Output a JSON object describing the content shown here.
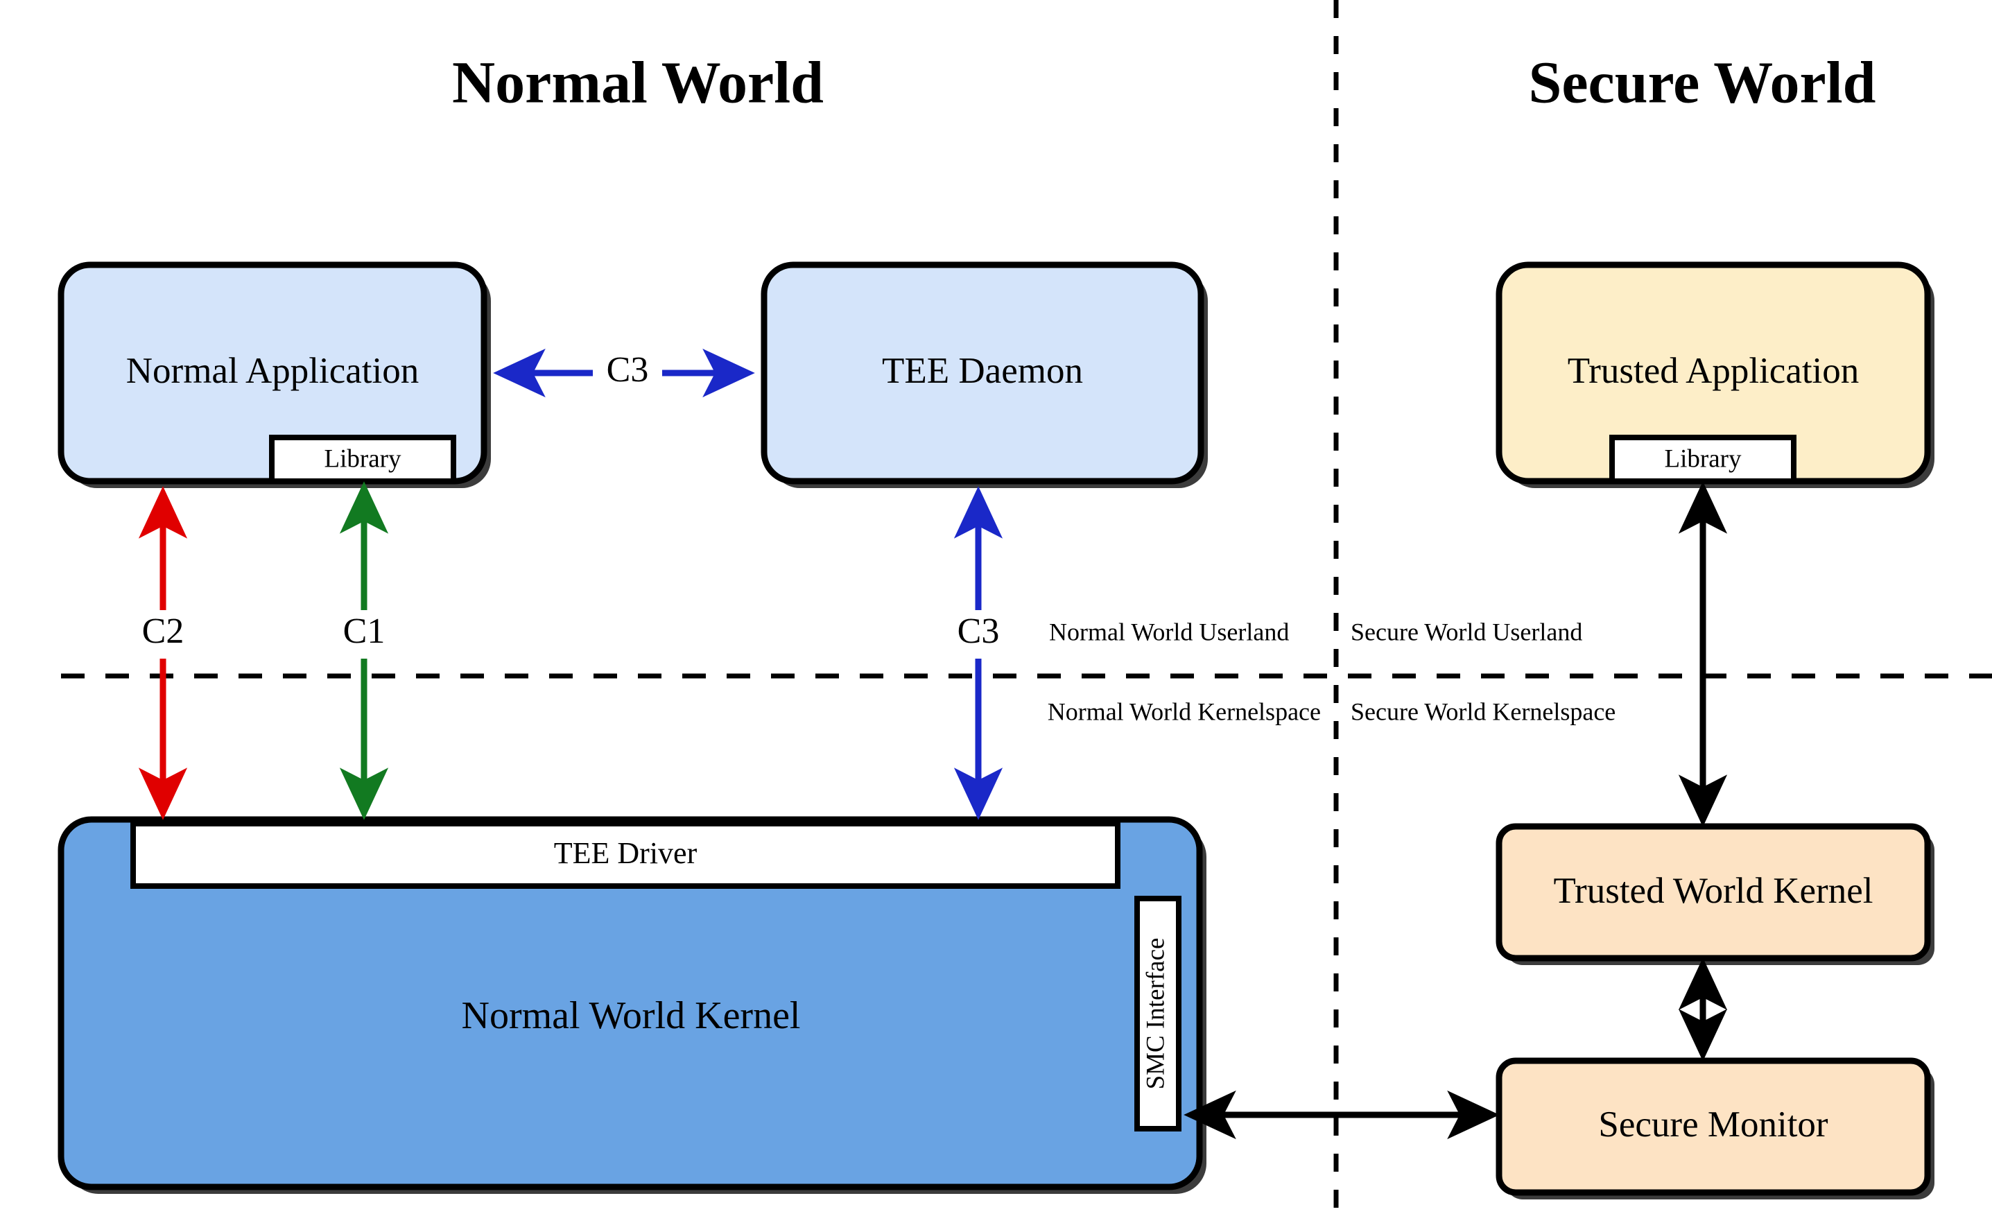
{
  "titles": {
    "normal_world": "Normal World",
    "secure_world": "Secure World"
  },
  "nodes": {
    "normal_application": "Normal Application",
    "tee_daemon": "TEE Daemon",
    "trusted_application": "Trusted Application",
    "library_normal": "Library",
    "library_trusted": "Library",
    "tee_driver": "TEE Driver",
    "normal_world_kernel": "Normal World Kernel",
    "smc_interface": "SMC Interface",
    "trusted_world_kernel": "Trusted World Kernel",
    "secure_monitor": "Secure Monitor"
  },
  "edge_labels": {
    "c1": "C1",
    "c2": "C2",
    "c3_horizontal": "C3",
    "c3_vertical": "C3"
  },
  "plane_labels": {
    "normal_userland": "Normal World Userland",
    "secure_userland": "Secure World Userland",
    "normal_kernelspace": "Normal World Kernelspace",
    "secure_kernelspace": "Secure World Kernelspace"
  },
  "colors": {
    "app_blue": "#d4e4fa",
    "kernel_blue": "#69a3e3",
    "trusted_app_cream": "#fdeec8",
    "secure_peach": "#fde3c4",
    "white": "#ffffff",
    "stroke": "#000000",
    "c1_green": "#127a21",
    "c2_red": "#e00000",
    "c3_blue": "#1a28c8",
    "black_arrow": "#000000"
  }
}
